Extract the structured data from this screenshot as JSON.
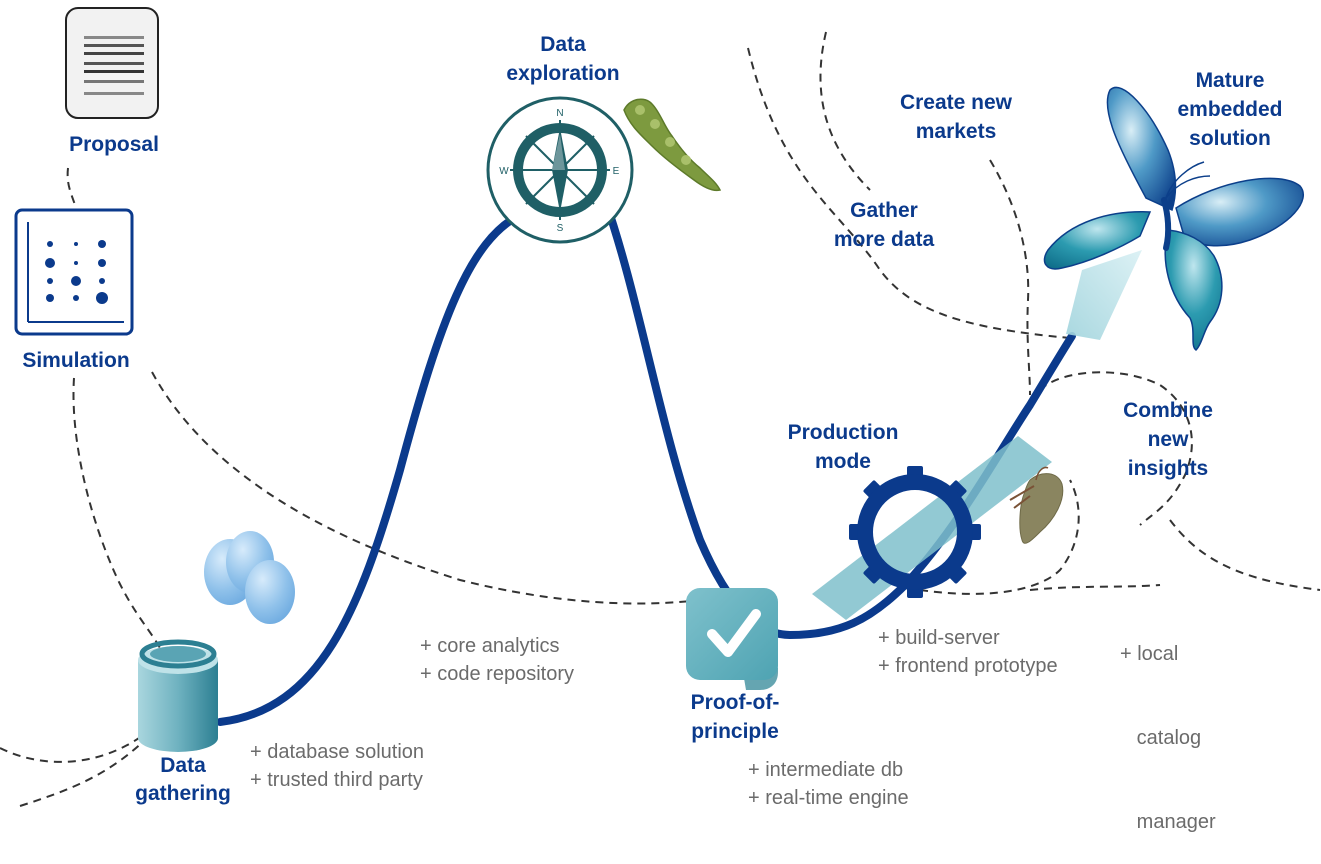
{
  "colors": {
    "navy": "#0b3a8c",
    "teal": "#2d8aa0",
    "light_teal": "#7fbfcb",
    "dark_teal": "#1f5f66",
    "gray_text": "#6b6b6b",
    "dash": "#333333",
    "egg_blue": "#8fc1ea",
    "olive": "#8a8560"
  },
  "stages": {
    "proposal": {
      "lines": [
        "Proposal"
      ]
    },
    "simulation": {
      "lines": [
        "Simulation"
      ]
    },
    "data_gathering": {
      "lines": [
        "Data",
        "gathering"
      ]
    },
    "data_exploration": {
      "lines": [
        "Data",
        "exploration"
      ]
    },
    "proof_of_principle": {
      "lines": [
        "Proof-of-",
        "principle"
      ]
    },
    "production_mode": {
      "lines": [
        "Production",
        "mode"
      ]
    },
    "gather_more_data": {
      "lines": [
        "Gather",
        "more data"
      ]
    },
    "create_new_markets": {
      "lines": [
        "Create new",
        "markets"
      ]
    },
    "mature_embedded_solution": {
      "lines": [
        "Mature",
        "embedded",
        "solution"
      ]
    },
    "combine_new_insights": {
      "lines": [
        "Combine",
        "new",
        "insights"
      ]
    }
  },
  "features": {
    "data_gathering": [
      "+ database solution",
      "+ trusted third party"
    ],
    "data_exploration": [
      "+ core analytics",
      "+ code repository"
    ],
    "proof_of_principle": [
      "+ intermediate db",
      "+ real-time engine"
    ],
    "production_mode": [
      "+ build-server",
      "+ frontend prototype"
    ],
    "combine_new_insights": [
      "+ local",
      "   catalog",
      "   manager"
    ]
  },
  "icons": {
    "proposal": "document-icon",
    "simulation": "scatter-plot-icon",
    "data_gathering": "database-icon",
    "eggs": "eggs-icon",
    "data_exploration": "compass-icon",
    "caterpillar": "caterpillar-icon",
    "proof_of_principle": "checkmark-icon",
    "production_mode": "gear-icon",
    "moth": "moth-icon",
    "mature_solution": "butterfly-icon"
  },
  "compass_letters": {
    "n": "N",
    "e": "E",
    "s": "S",
    "w": "W"
  }
}
